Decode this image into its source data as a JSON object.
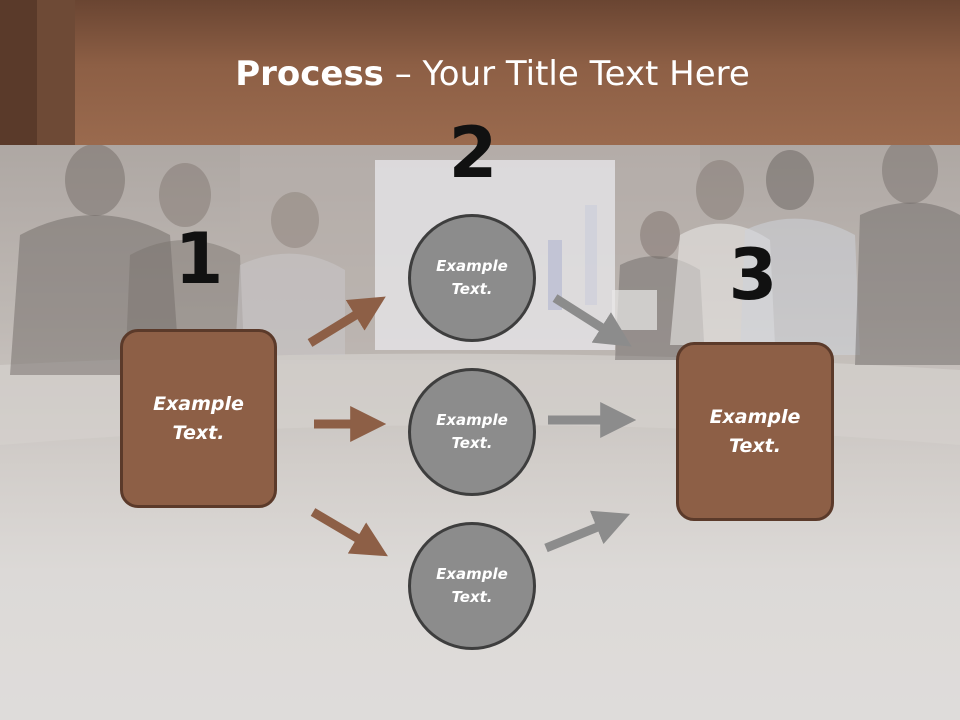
{
  "slide": {
    "title_bold": "Process",
    "title_rest": " – Your Title Text Here"
  },
  "steps": {
    "step1_number": "1",
    "step2_number": "2",
    "step3_number": "3"
  },
  "nodes": {
    "left_box": "Example\nText.",
    "right_box": "Example\nText.",
    "circle_top": "Example\nText.",
    "circle_middle": "Example\nText.",
    "circle_bottom": "Example\nText."
  },
  "colors": {
    "header_brown": "#8d5f45",
    "box_fill": "#8d5f46",
    "box_border": "#5b3a2a",
    "circle_fill": "#8c8c8c",
    "brown_arrow": "#8d5f46",
    "gray_arrow": "#8c8c8c"
  }
}
